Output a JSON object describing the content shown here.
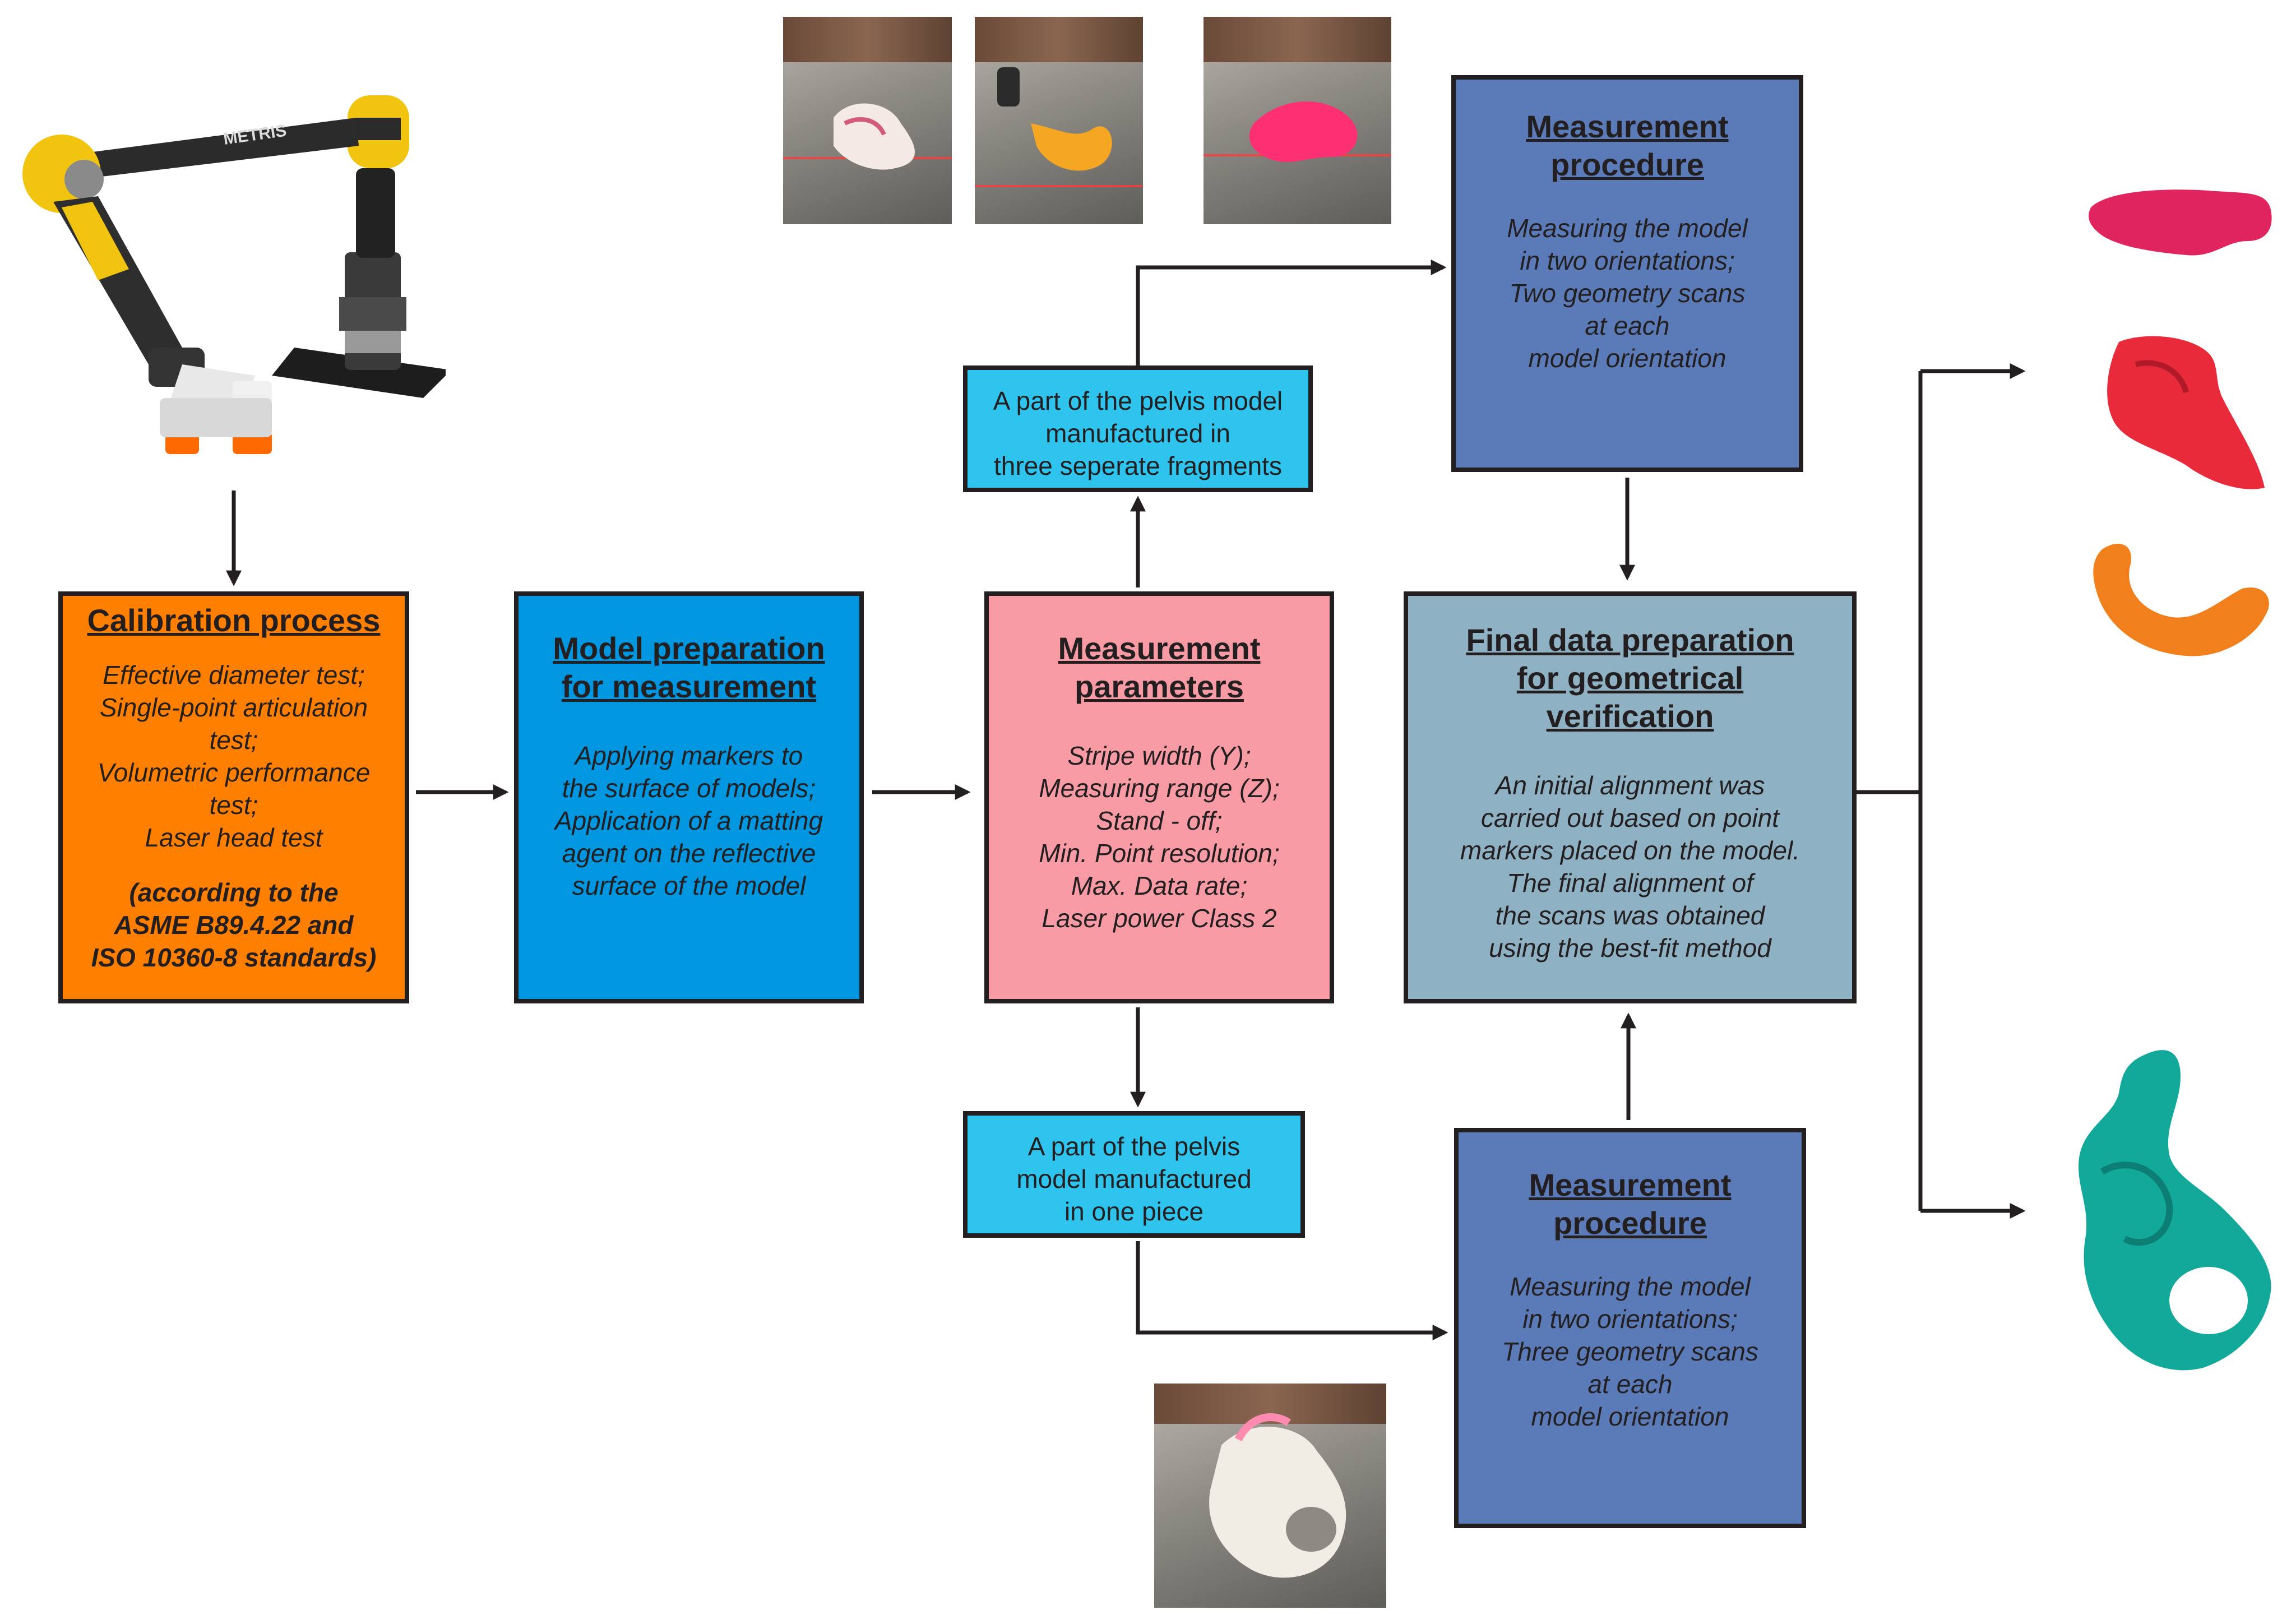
{
  "colors": {
    "calibration": "#ff7f00",
    "model_preparation": "#0096e0",
    "measurement_parameters": "#f89ba4",
    "final_data": "#8fb1c4",
    "measurement_procedure": "#5a7bb8",
    "fragment_boxes": "#2ec4ee",
    "arrows": "#231f20"
  },
  "icons": {
    "arm": "metris-measuring-arm",
    "photos": [
      "laser-scan-photo",
      "laser-scan-photo",
      "laser-scan-photo",
      "pelvis-model-photo"
    ],
    "shapes": [
      "pink-fragment",
      "red-fragment",
      "orange-fragment",
      "teal-pelvis"
    ]
  },
  "arm_brand": "METRIS",
  "calibration": {
    "title": "Calibration process",
    "body": "Effective diameter test;\nSingle-point articulation\ntest;\nVolumetric performance\ntest;\nLaser head test",
    "note": "(according to the\nASME B89.4.22 and\nISO 10360-8 standards)"
  },
  "model_preparation": {
    "title": "Model preparation\nfor measurement",
    "body": "Applying markers to\nthe surface of models;\nApplication of a matting\nagent on the reflective\nsurface of the model"
  },
  "measurement_parameters": {
    "title": "Measurement\nparameters",
    "body": "Stripe width (Y);\nMeasuring range (Z);\nStand - off;\nMin. Point resolution;\nMax. Data rate;\nLaser power Class 2"
  },
  "fragments_three": {
    "body": "A part of the pelvis model\nmanufactured in\nthree seperate fragments"
  },
  "fragments_one": {
    "body": "A part of the pelvis\nmodel manufactured\nin one piece"
  },
  "procedure_top": {
    "title": "Measurement\nprocedure",
    "body": "Measuring the model\nin two orientations;\nTwo geometry scans\nat each\nmodel orientation"
  },
  "procedure_bottom": {
    "title": "Measurement\nprocedure",
    "body": "Measuring the model\nin two orientations;\nThree geometry scans\nat each\nmodel orientation"
  },
  "final_data": {
    "title": "Final data preparation\nfor geometrical\nverification",
    "body": "An initial alignment was\ncarried out based on point\nmarkers placed on the model.\nThe final alignment of\nthe scans was obtained\nusing the best-fit method"
  }
}
